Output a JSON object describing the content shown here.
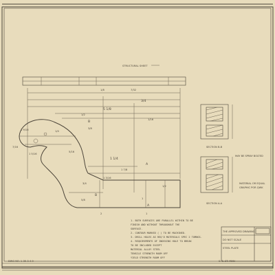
{
  "title_strip": "STRUCTURAL SHEET",
  "dimensions": {
    "d_top_1": "1/8",
    "d_top_2": "7/32",
    "d_top_3": "3/4",
    "d_top_4": "1/2",
    "d_top_5": "5 1/8",
    "d_top_6": "1/16",
    "d_left_1": "1 9/16",
    "d_left_2": "7/16",
    "d_left_3": "1 5/16",
    "d_left_4": "1/4",
    "d_left_5": "5/16",
    "d_left_6": "3/8",
    "d_mid_1": "1 1/4",
    "d_mid_2": "1 7/8",
    "d_mid_3": "1 3/16",
    "d_mid_4": "3/4",
    "d_mid_5": "1",
    "d_mid_6": "5/8",
    "d_bot_1": "2",
    "d_bot_2": "1",
    "d_right_1": "1/2"
  },
  "labels": {
    "section_a": "A",
    "section_a2": "A",
    "section_b": "B",
    "section_b2": "B",
    "section_bb": "SECTION B-B",
    "section_aa": "SECTION A-A",
    "right_note_1": "MAY BE SPRAY BOLTED",
    "right_note_2": "MATERIAL OR EQUAL",
    "right_note_3": "GRAPHIC POR QWK",
    "bottom_ref": "S. E. ST. MAN"
  },
  "notes": [
    "1. BOTH SURFACES ARE PARALLEL WITHIN TO BE",
    "   FINISH AND WITHOUT THROUGHOUT THE",
    "   SURFACE.",
    "2. CONTOUR MARKED ( ) TO BE MACHINED.",
    "3. DRILL HOLES AS REQ'D MATERIALS SPEC 2 TOMNGS.",
    "4. REQUIREMENTS OF INDEXING HOLE TO BREAK",
    "   TO BE INCLUDED EXCEPT",
    "   MATERIAL ALLOY STEEL",
    "   TENSILE STRENGTH ROOM OFF",
    "   YIELD STRENGTH ROOM OFF"
  ],
  "title_block": {
    "line_1": "THE APPROVED DRAWING",
    "line_2": "DO NOT SCALE",
    "line_3": "STEEL PLATE"
  },
  "bottom_left": "DWG NO. 1-35-3-4-9"
}
